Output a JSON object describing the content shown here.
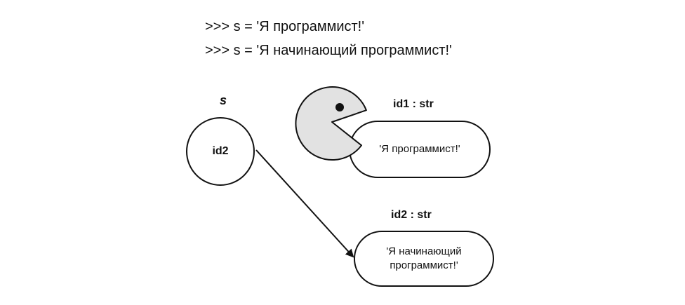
{
  "code": {
    "line1": ">>> s = 'Я программист!'",
    "line2": ">>> s = 'Я начинающий программист!'"
  },
  "variable": {
    "name": "s",
    "ref": "id2"
  },
  "objects": [
    {
      "title": "id1 : str",
      "value": "'Я программист!'"
    },
    {
      "title": "id2 : str",
      "value": "'Я начинающий\nпрограммист!'"
    }
  ],
  "icons": {
    "garbage_collector": "pacman-icon"
  },
  "colors": {
    "pacman_fill": "#e2e2e2",
    "stroke": "#111111"
  }
}
